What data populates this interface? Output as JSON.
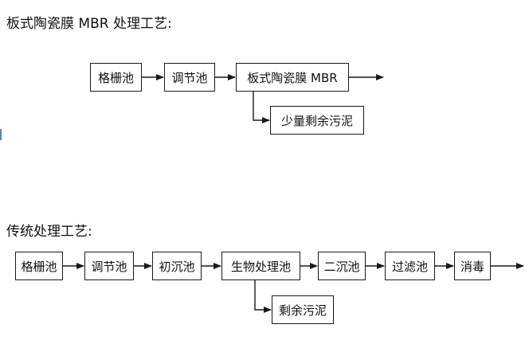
{
  "mbr_section": {
    "title": "板式陶瓷膜 MBR 处理工艺:",
    "steps": [
      "格栅池",
      "调节池",
      "板式陶瓷膜 MBR"
    ],
    "side_output": "少量剩余污泥"
  },
  "traditional_section": {
    "title": "传统处理工艺:",
    "steps": [
      "格栅池",
      "调节池",
      "初沉池",
      "生物处理池",
      "二沉池",
      "过滤池",
      "消毒"
    ],
    "side_output": "剩余污泥"
  },
  "colors": {
    "line": "#1a1a1a",
    "background": "#ffffff"
  }
}
